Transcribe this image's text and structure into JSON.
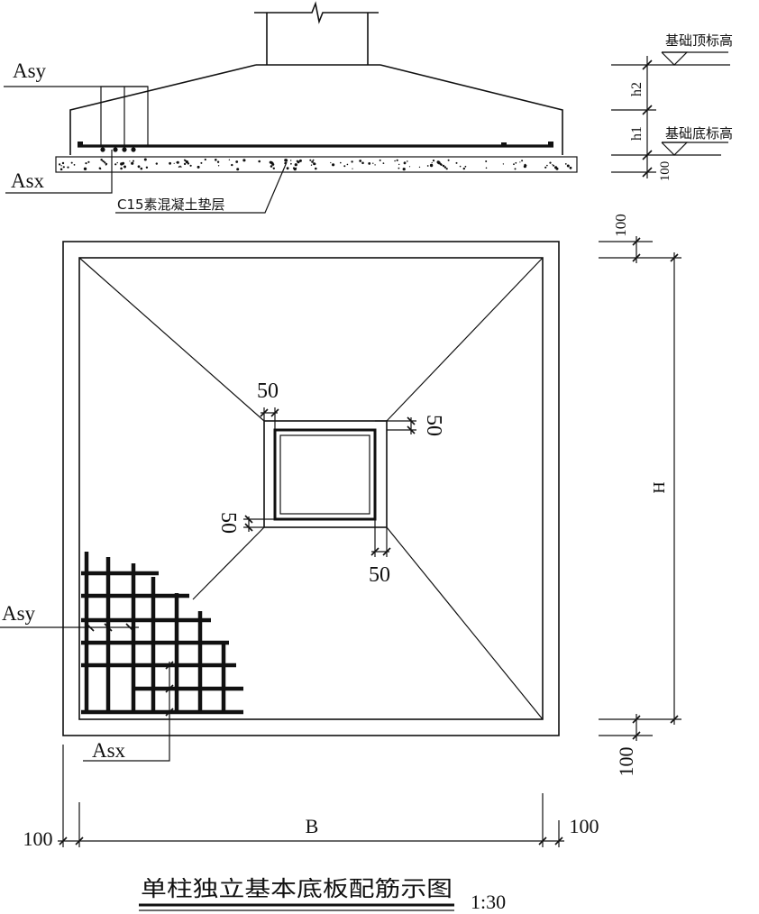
{
  "section": {
    "asy_label": "Asy",
    "asx_label": "Asx",
    "bedding_label": "C15素混凝土垫层"
  },
  "elevation": {
    "top_label": "基础顶标高",
    "bottom_label": "基础底标高",
    "h2": "h2",
    "h1": "h1",
    "dim_100": "100"
  },
  "plan": {
    "dim_50_top": "50",
    "dim_50_right": "50",
    "dim_50_left": "50",
    "dim_50_bottom": "50",
    "asy_label": "Asy",
    "asx_label": "Asx",
    "H": "H",
    "B": "B",
    "dim_100_top": "100",
    "dim_100_bottom": "100",
    "dim_100_left": "100",
    "dim_100_right": "100"
  },
  "title": {
    "text": "单柱独立基本底板配筋示图",
    "scale": "1:30"
  }
}
